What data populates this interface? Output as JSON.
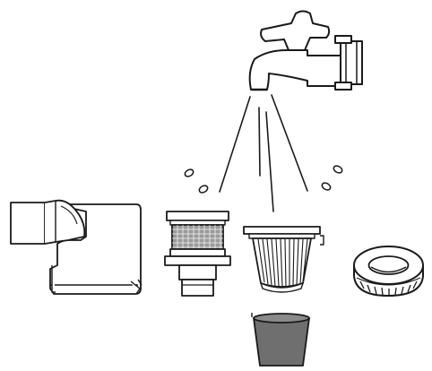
{
  "diagram": {
    "colors": {
      "line": "#1a1a1a",
      "cup_fill": "#6f6f6f",
      "cup_rim": "#8a8a8a",
      "mesh": "#9a9a9a",
      "background": "#ffffff"
    },
    "components": [
      {
        "id": "faucet",
        "icon": "faucet-icon"
      },
      {
        "id": "water-streams",
        "icon": "water-stream-icon"
      },
      {
        "id": "droplets",
        "icon": "droplet-icon"
      },
      {
        "id": "dust-container",
        "icon": "dust-bin-icon"
      },
      {
        "id": "mesh-filter",
        "icon": "mesh-filter-icon"
      },
      {
        "id": "pleated-hepa-filter",
        "icon": "hepa-filter-icon"
      },
      {
        "id": "foam-ring-filter",
        "icon": "foam-ring-icon"
      },
      {
        "id": "drying-cup",
        "icon": "cup-icon"
      }
    ]
  }
}
